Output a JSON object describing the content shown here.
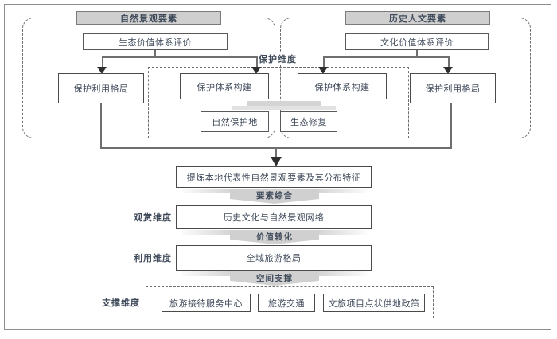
{
  "diagram": {
    "title_natural": "自然景观要素",
    "title_cultural": "历史人文要素",
    "protection_dimension_label": "保护维度",
    "nodes": {
      "eco_value_eval": "生态价值体系评价",
      "culture_value_eval": "文化价值体系评价",
      "protect_use_pattern_left": "保护利用格局",
      "protect_system_left": "保护体系构建",
      "protect_system_right": "保护体系构建",
      "protect_use_pattern_right": "保护利用格局",
      "nature_reserve": "自然保护地",
      "eco_restoration": "生态修复",
      "extract_features": "提炼本地代表性自然景观要素及其分布特征",
      "culture_nature_network": "历史文化与自然景观网络",
      "regional_tourism_pattern": "全域旅游格局"
    },
    "ribbons": {
      "element_synthesis": "要素综合",
      "value_transformation": "价值转化",
      "spatial_support": "空间支撑"
    },
    "dimension_labels": {
      "viewing": "观赏维度",
      "utilization": "利用维度",
      "support": "支撑维度"
    },
    "support_items": [
      "旅游接待服务中心",
      "旅游交通",
      "文旅项目点状供地政策"
    ],
    "colors": {
      "header_fill": "#cfcfcf",
      "node_border": "#595959",
      "text": "#3f4a5a",
      "connector": "#6f6f6f",
      "ribbon": "#d4d4d4",
      "frame": "#8d8d8d"
    }
  }
}
